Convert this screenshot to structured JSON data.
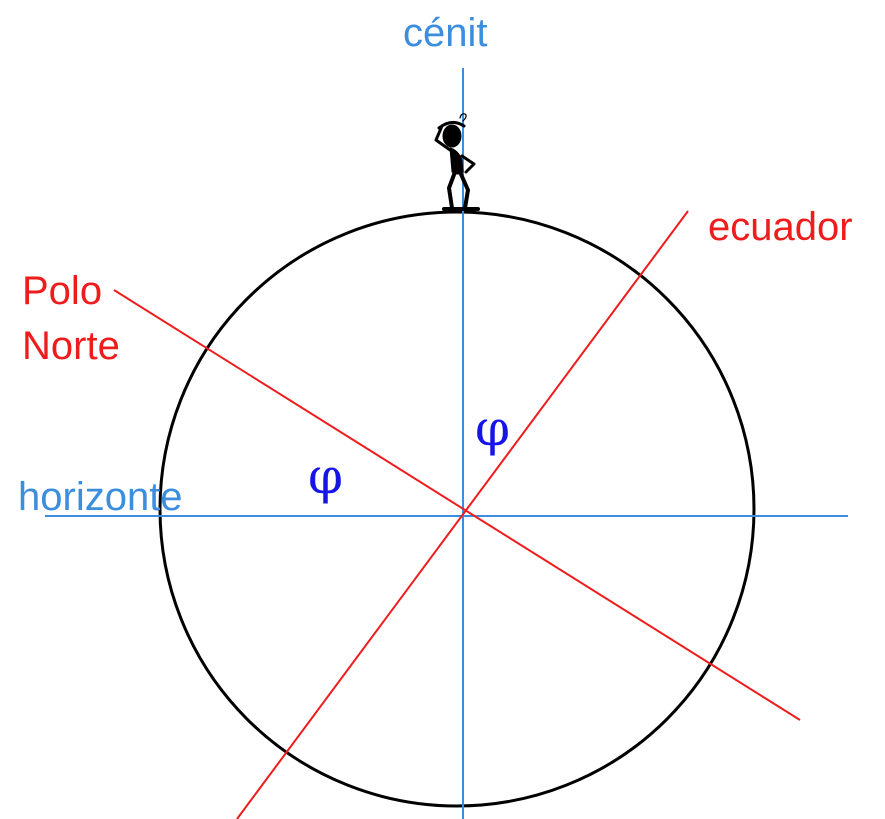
{
  "diagram": {
    "labels": {
      "zenith": "cénit",
      "equator": "ecuador",
      "north_pole_line1": "Polo",
      "north_pole_line2": "Norte",
      "horizon": "horizonte",
      "angle_left": "φ",
      "angle_right": "φ"
    },
    "figure": {
      "icon": "stick-figure-icon",
      "description_text": ""
    },
    "colors": {
      "circle": "#000000",
      "horizon_zenith_lines": "#3b8ede",
      "pole_equator_lines": "#ee1c1c",
      "blue_label": "#3b8ede",
      "red_label": "#ee1c1c",
      "angle_symbol": "#1515e6"
    }
  }
}
